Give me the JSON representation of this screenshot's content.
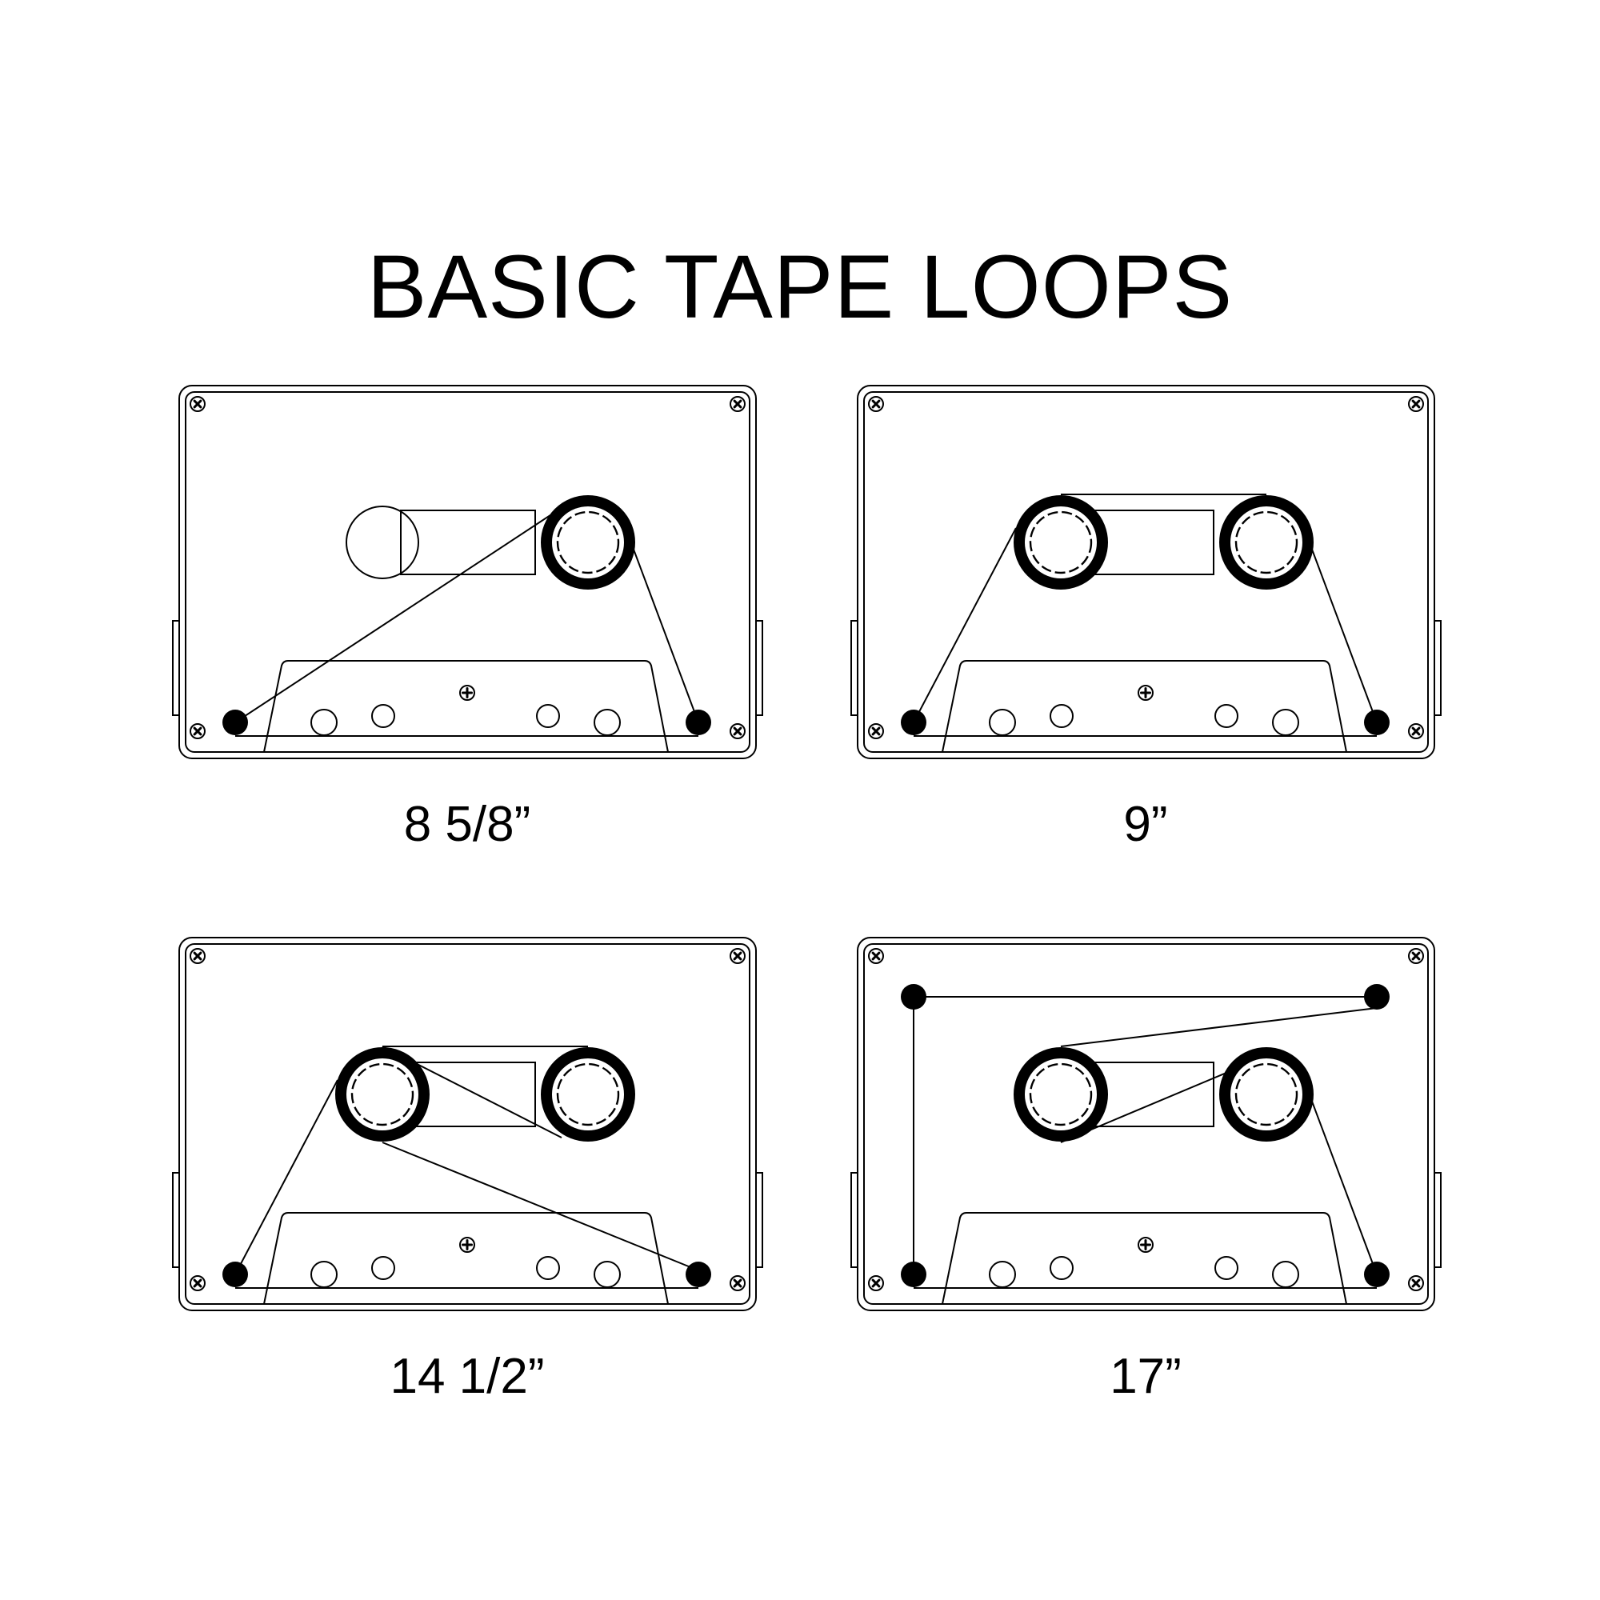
{
  "title": "BASIC TAPE LOOPS",
  "colors": {
    "background": "#ffffff",
    "line": "#000000"
  },
  "diagrams": [
    {
      "name": "loop-8-5-8",
      "label": "8 5/8”",
      "left_reel": "window",
      "right_reel": "tape"
    },
    {
      "name": "loop-9",
      "label": "9”",
      "left_reel": "tape",
      "right_reel": "tape"
    },
    {
      "name": "loop-14-1-2",
      "label": "14 1/2”",
      "left_reel": "tape",
      "right_reel": "tape"
    },
    {
      "name": "loop-17",
      "label": "17”",
      "left_reel": "tape",
      "right_reel": "tape"
    }
  ]
}
